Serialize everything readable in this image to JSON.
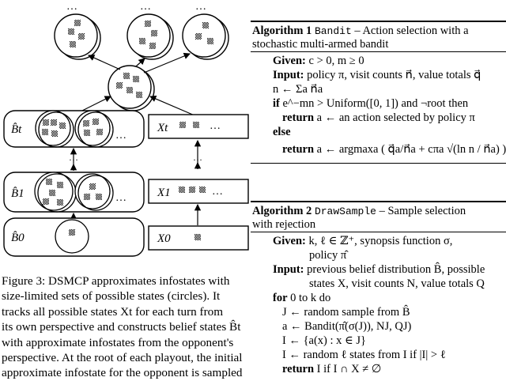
{
  "figure": {
    "labels": {
      "b_t": "B̂t",
      "b_1": "B̂1",
      "b_0": "B̂0",
      "x_t": "Xt",
      "x_1": "X1",
      "x_0": "X0",
      "ellipsis": "…",
      "vdots": "⋮"
    }
  },
  "caption": {
    "lines": [
      "Figure 3: DSMCP approximates infostates with",
      "size-limited sets of possible states (circles). It",
      "tracks all possible states Xt for each turn from",
      "its own perspective and constructs belief states B̂t",
      "with approximate infostates from the opponent's",
      "perspective. At the root of each playout, the initial",
      "approximate infostate for the opponent is sampled"
    ]
  },
  "algorithm1": {
    "label": "Algorithm 1",
    "name": "Bandit",
    "title_rest": "– Action selection with a",
    "title_line2": "stochastic multi-armed bandit",
    "lines": [
      {
        "kw": "Given:",
        "text": "c > 0, m ≥ 0"
      },
      {
        "kw": "Input:",
        "text": "policy π, visit counts n⃗, value totals q⃗"
      },
      {
        "kw": "",
        "text": "n ← Σa n⃗a"
      },
      {
        "kw": "if",
        "text": "e^−mn > Uniform([0, 1]) and ¬root then"
      },
      {
        "kw": "return",
        "text": "a ← an action selected by policy π"
      },
      {
        "kw": "else",
        "text": ""
      },
      {
        "kw": "return",
        "text": "a ← argmaxa ( q⃗a/n⃗a + cπa √(ln n / n⃗a) )"
      }
    ]
  },
  "algorithm2": {
    "label": "Algorithm 2",
    "name": "DrawSample",
    "title_rest": "– Sample selection",
    "title_line2": "with rejection",
    "lines": [
      {
        "kw": "Given:",
        "text": "k, ℓ ∈ ℤ⁺, synopsis function σ,"
      },
      {
        "kw": "",
        "text": "policy π̂"
      },
      {
        "kw": "Input:",
        "text": "previous belief distribution B̂, possible"
      },
      {
        "kw": "",
        "text": "states X, visit counts N, value totals Q"
      },
      {
        "kw": "for",
        "text": "0 to k do"
      },
      {
        "kw": "",
        "text": "J ← random sample from B̂"
      },
      {
        "kw": "",
        "text": "a ← Bandit(π̂(σ(J)), NJ, QJ)"
      },
      {
        "kw": "",
        "text": "I ← {a(x) : x ∈ J}"
      },
      {
        "kw": "",
        "text": "I ← random ℓ states from I if |I| > ℓ"
      },
      {
        "kw": "return",
        "text": "I if I ∩ X ≠ ∅"
      }
    ]
  }
}
